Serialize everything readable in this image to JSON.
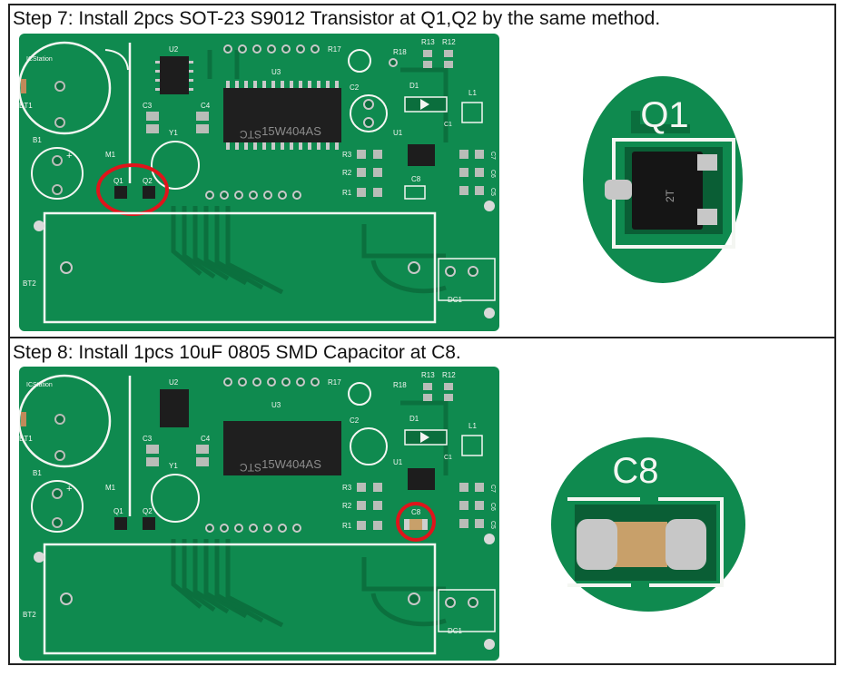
{
  "steps": [
    {
      "title": "Step 7: Install 2pcs SOT-23 S9012 Transistor at Q1,Q2 by the same method.",
      "zoom_label": "Q1",
      "zoom_marking": "2T"
    },
    {
      "title": "Step 8: Install 1pcs 10uF 0805 SMD Capacitor at C8.",
      "zoom_label": "C8"
    }
  ],
  "board": {
    "chip_marking_line1": "STC",
    "chip_marking_line2": "15W404AS",
    "logo_text": "ICStation",
    "labels": {
      "BT1": "BT1",
      "BT2": "BT2",
      "B1": "B1",
      "M1": "M1",
      "U2": "U2",
      "U3": "U3",
      "C3": "C3",
      "C4": "C4",
      "Y1": "Y1",
      "Q1": "Q1",
      "Q2": "Q2",
      "C2": "C2",
      "D1": "D1",
      "U1": "U1",
      "R17": "R17",
      "R18": "R18",
      "R13": "R13",
      "R12": "R12",
      "L1": "L1",
      "C1": "C1",
      "R3": "R3",
      "R2": "R2",
      "R1": "R1",
      "C8": "C8",
      "C7": "C7",
      "C6": "C6",
      "C5": "C5",
      "DC1": "DC1",
      "plus": "+"
    }
  },
  "colors": {
    "pcb": "#0f8a4f",
    "pcb_dark": "#0b6e3d",
    "silkscreen": "#f4f6f2",
    "pad": "#b9bdb8",
    "highlight": "#e0141b",
    "frame": "#222222"
  }
}
